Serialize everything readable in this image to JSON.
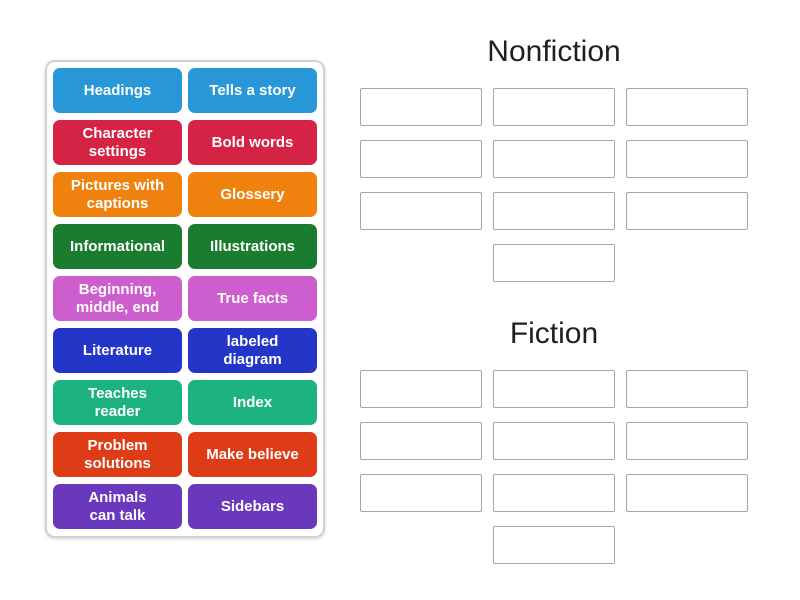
{
  "page": {
    "background": "#ffffff"
  },
  "colors": {
    "slot_border": "#a6a6a6",
    "title_color": "#1f1f1f",
    "panel_border": "#d2d2d2"
  },
  "tile_panel": {
    "tiles": [
      {
        "label": "Headings",
        "color": "#2797d8"
      },
      {
        "label": "Tells a story",
        "color": "#2797d8"
      },
      {
        "label": "Character\nsettings",
        "color": "#d52346"
      },
      {
        "label": "Bold words",
        "color": "#d52346"
      },
      {
        "label": "Pictures with\ncaptions",
        "color": "#ef820e"
      },
      {
        "label": "Glossery",
        "color": "#ef820e"
      },
      {
        "label": "Informational",
        "color": "#1a7c2e"
      },
      {
        "label": "Illustrations",
        "color": "#1a7c2e"
      },
      {
        "label": "Beginning,\nmiddle, end",
        "color": "#cd5ecd"
      },
      {
        "label": "True facts",
        "color": "#cd5ecd"
      },
      {
        "label": "Literature",
        "color": "#2436c8"
      },
      {
        "label": "labeled\ndiagram",
        "color": "#2436c8"
      },
      {
        "label": "Teaches\nreader",
        "color": "#1db380"
      },
      {
        "label": "Index",
        "color": "#1db380"
      },
      {
        "label": "Problem\nsolutions",
        "color": "#de3c17"
      },
      {
        "label": "Make believe",
        "color": "#de3c17"
      },
      {
        "label": "Animals\ncan talk",
        "color": "#6a38bd"
      },
      {
        "label": "Sidebars",
        "color": "#6a38bd"
      }
    ]
  },
  "groups": [
    {
      "title": "Nonfiction",
      "slot_count": 10
    },
    {
      "title": "Fiction",
      "slot_count": 10
    }
  ]
}
